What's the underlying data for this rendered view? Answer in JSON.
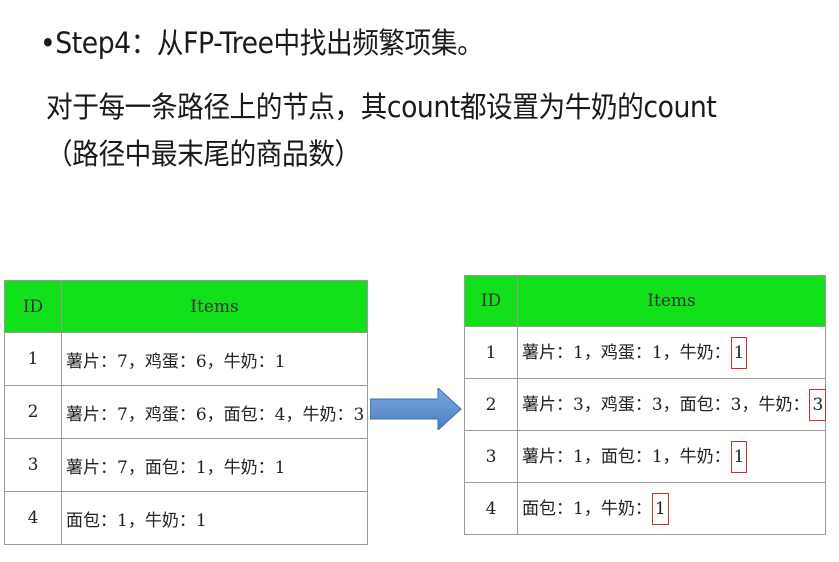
{
  "heading": "•Step4：从FP-Tree中找出频繁项集。",
  "description": "对于每一条路径上的节点，其count都设置为牛奶的count（路径中最末尾的商品数）",
  "left_table": {
    "headers": {
      "id": "ID",
      "items": "Items"
    },
    "rows": [
      {
        "id": "1",
        "items": "薯片：7，鸡蛋：6，牛奶：1"
      },
      {
        "id": "2",
        "items": "薯片：7，鸡蛋：6，面包：4，牛奶：3"
      },
      {
        "id": "3",
        "items": "薯片：7，面包：1，牛奶：1"
      },
      {
        "id": "4",
        "items": "面包：1，牛奶：1"
      }
    ]
  },
  "right_table": {
    "headers": {
      "id": "ID",
      "items": "Items"
    },
    "rows": [
      {
        "id": "1",
        "items": "薯片：1，鸡蛋：1，牛奶：",
        "count": "1"
      },
      {
        "id": "2",
        "items": "薯片：3，鸡蛋：3，面包：3，牛奶：",
        "count": "3"
      },
      {
        "id": "3",
        "items": "薯片：1，面包：1，牛奶：",
        "count": "1"
      },
      {
        "id": "4",
        "items": "面包：1，牛奶：",
        "count": "1"
      }
    ]
  },
  "colors": {
    "header_green": "#11e01b",
    "arrow_blue": "#5b8fd1",
    "highlight_red": "#c9302c"
  }
}
